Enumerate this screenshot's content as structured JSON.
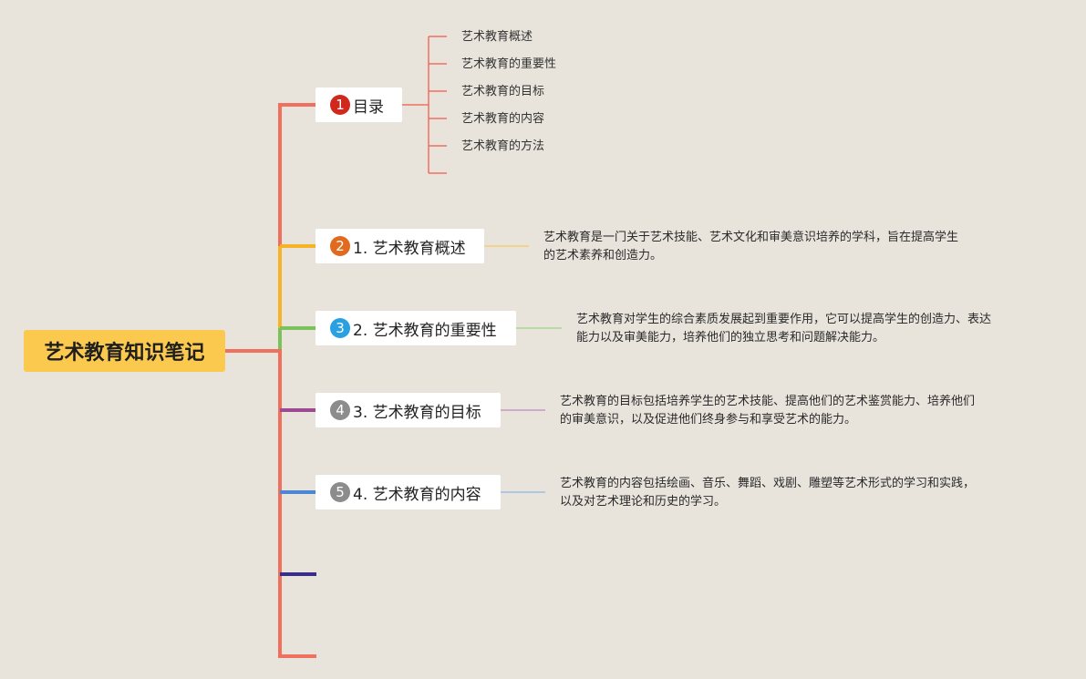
{
  "root": {
    "title": "艺术教育知识笔记"
  },
  "colors": {
    "trunk": "#f07060",
    "toc": "#f07060",
    "b1": "#f5b325",
    "b2": "#7cc25a",
    "b3": "#9c4a92",
    "b4": "#4a86d4",
    "b5": "#3a2d8a"
  },
  "toc": {
    "badge": "1",
    "badge_color": "#d0281c",
    "label": "目录",
    "items": [
      "艺术教育概述",
      "艺术教育的重要性",
      "艺术教育的目标",
      "艺术教育的内容",
      "艺术教育的方法"
    ]
  },
  "branches": [
    {
      "badge": "2",
      "badge_color": "#e06a1e",
      "label": "1. 艺术教育概述",
      "desc": [
        "艺术教育是一门关于艺术技能、艺术文化和审美意识培养的学科，旨在提高学生",
        "的艺术素养和创造力。"
      ]
    },
    {
      "badge": "3",
      "badge_color": "#29a0e0",
      "label": "2. 艺术教育的重要性",
      "desc": [
        "艺术教育对学生的综合素质发展起到重要作用，它可以提高学生的创造力、表达",
        "能力以及审美能力，培养他们的独立思考和问题解决能力。"
      ]
    },
    {
      "badge": "4",
      "badge_color": "#8c8c8c",
      "label": "3. 艺术教育的目标",
      "desc": [
        "艺术教育的目标包括培养学生的艺术技能、提高他们的艺术鉴赏能力、培养他们",
        "的审美意识，以及促进他们终身参与和享受艺术的能力。"
      ]
    },
    {
      "badge": "5",
      "badge_color": "#8c8c8c",
      "label": "4. 艺术教育的内容",
      "desc": [
        "艺术教育的内容包括绘画、音乐、舞蹈、戏剧、雕塑等艺术形式的学习和实践，",
        "以及对艺术理论和历史的学习。"
      ]
    }
  ]
}
